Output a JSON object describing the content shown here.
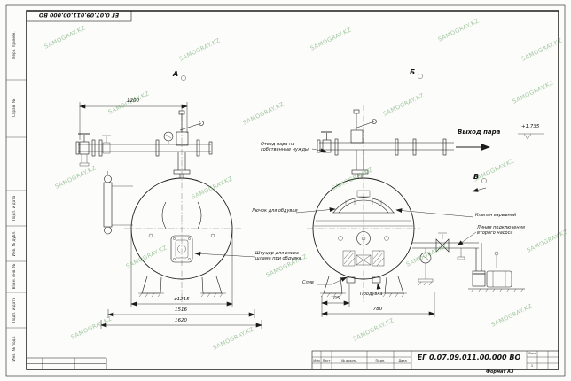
{
  "page": {
    "watermark_text": "SAMOGRAY.KZ"
  },
  "frame": {
    "strip_labels": [
      "Перв. примен.",
      "Справ. №",
      "Подп. и дата",
      "Инв. № дубл.",
      "Взам. инв. №",
      "Подп. и дата",
      "Инв. № подл."
    ]
  },
  "stamp": {
    "designation": "ЕГ 0.07.09.011.00.000  ВО",
    "format": "Формат А3",
    "header_cols": [
      "Изм",
      "Лист",
      "№ докум.",
      "Подп.",
      "Дата"
    ],
    "sheet_label": "Лист",
    "sheet_value": "1"
  },
  "views": {
    "a": "А",
    "b": "Б",
    "v": "В"
  },
  "annotations": {
    "steam_outlet": "Выход пара",
    "elevation": "+1,735",
    "own_needs": "Отвод пара на собственные нужды",
    "hatch": "Лючок для обдувки",
    "sludge": "Штуцер для слива шлама при обдувке",
    "explosion_valve": "Клапан взрывной",
    "second_pump": "Линия подключения второго насоса",
    "drain": "Слив",
    "blowdown": "Продувка"
  },
  "dimensions": {
    "d1200": "1200",
    "d1215": "ø1215",
    "d1516": "1516",
    "d1620": "1620",
    "d105": "105",
    "d780": "780"
  }
}
